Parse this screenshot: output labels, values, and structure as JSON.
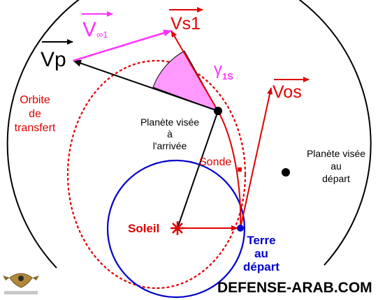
{
  "colors": {
    "transfer_orbit": "#e00000",
    "target_orbit": "#000000",
    "earth_orbit": "#0000cc",
    "velocity_infinity": "#ff33ff",
    "angle_fill": "#ff99ff",
    "sun": "#e00000"
  },
  "labels": {
    "vp": "Vp",
    "vinf_main": "V",
    "vinf_sub": "∞1",
    "vs1": "Vs1",
    "gamma_main": "γ",
    "gamma_sub": "1S",
    "vos": "Vos",
    "orbit_transfer": [
      "Orbite",
      "de",
      "transfert"
    ],
    "planet_arrival": [
      "Planète visée",
      "à",
      "l'arrivée"
    ],
    "planet_departure": [
      "Planète visée",
      "au",
      "départ"
    ],
    "probe": "Sonde",
    "sun": "Soleil",
    "earth": [
      "Terre",
      "au",
      "départ"
    ],
    "watermark": "DEFENSE-ARAB.COM"
  },
  "icons": {
    "sun": "sun-star-icon",
    "logo": "defense-arab-logo-icon"
  }
}
